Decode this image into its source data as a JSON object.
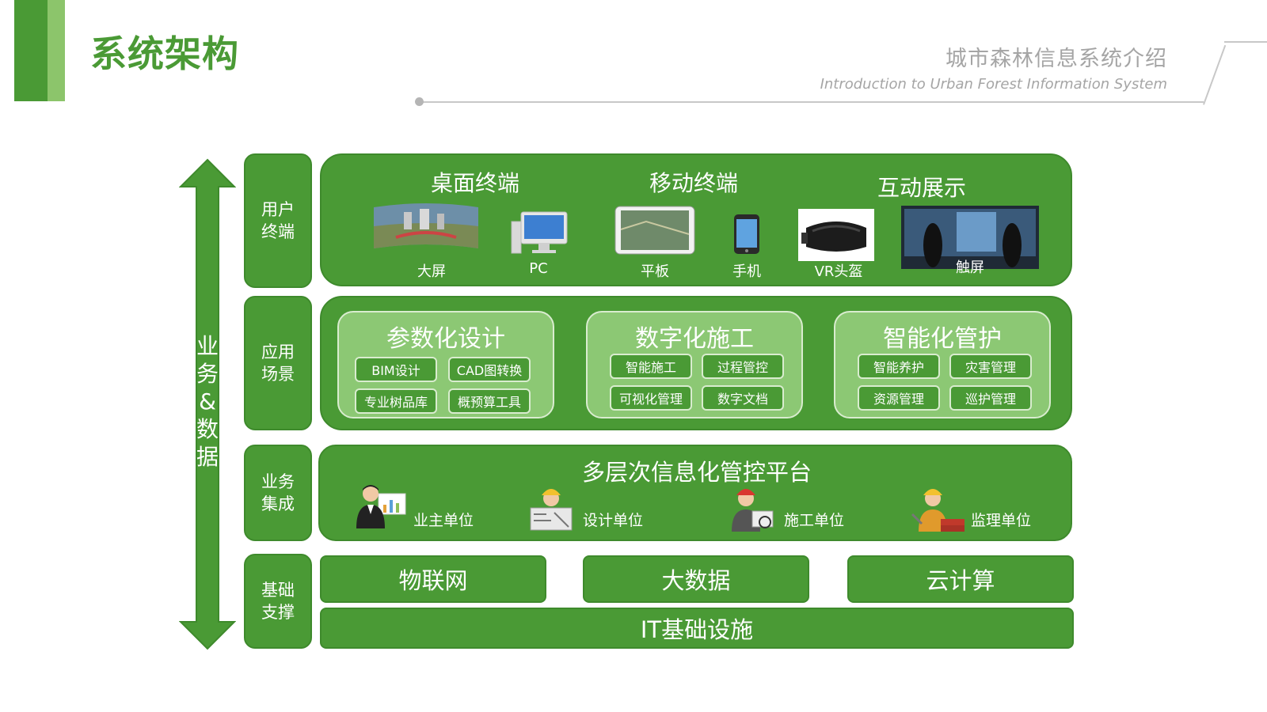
{
  "header": {
    "title": "系统架构",
    "subtitle_cn": "城市森林信息系统介绍",
    "subtitle_en": "Introduction to Urban Forest Information System"
  },
  "arrow_label": [
    "业",
    "务",
    "&",
    "数",
    "据"
  ],
  "layers": {
    "user": {
      "label": [
        "用户",
        "终端"
      ],
      "groups": [
        "桌面终端",
        "移动终端",
        "互动展示"
      ],
      "devices": [
        "大屏",
        "PC",
        "平板",
        "手机",
        "VR头盔",
        "触屏"
      ]
    },
    "app": {
      "label": [
        "应用",
        "场景"
      ],
      "groups": [
        {
          "title": "参数化设计",
          "items": [
            "BIM设计",
            "CAD图转换",
            "专业树品库",
            "概预算工具"
          ]
        },
        {
          "title": "数字化施工",
          "items": [
            "智能施工",
            "过程管控",
            "可视化管理",
            "数字文档"
          ]
        },
        {
          "title": "智能化管护",
          "items": [
            "智能养护",
            "灾害管理",
            "资源管理",
            "巡护管理"
          ]
        }
      ]
    },
    "business": {
      "label": [
        "业务",
        "集成"
      ],
      "title": "多层次信息化管控平台",
      "roles": [
        "业主单位",
        "设计单位",
        "施工单位",
        "监理单位"
      ]
    },
    "base": {
      "label": [
        "基础",
        "支撑"
      ],
      "items": [
        "物联网",
        "大数据",
        "云计算"
      ],
      "it": "IT基础设施"
    }
  },
  "colors": {
    "dark_green": "#4a9a35",
    "light_green": "#8cc874",
    "header_gray": "#a5a5a5"
  }
}
